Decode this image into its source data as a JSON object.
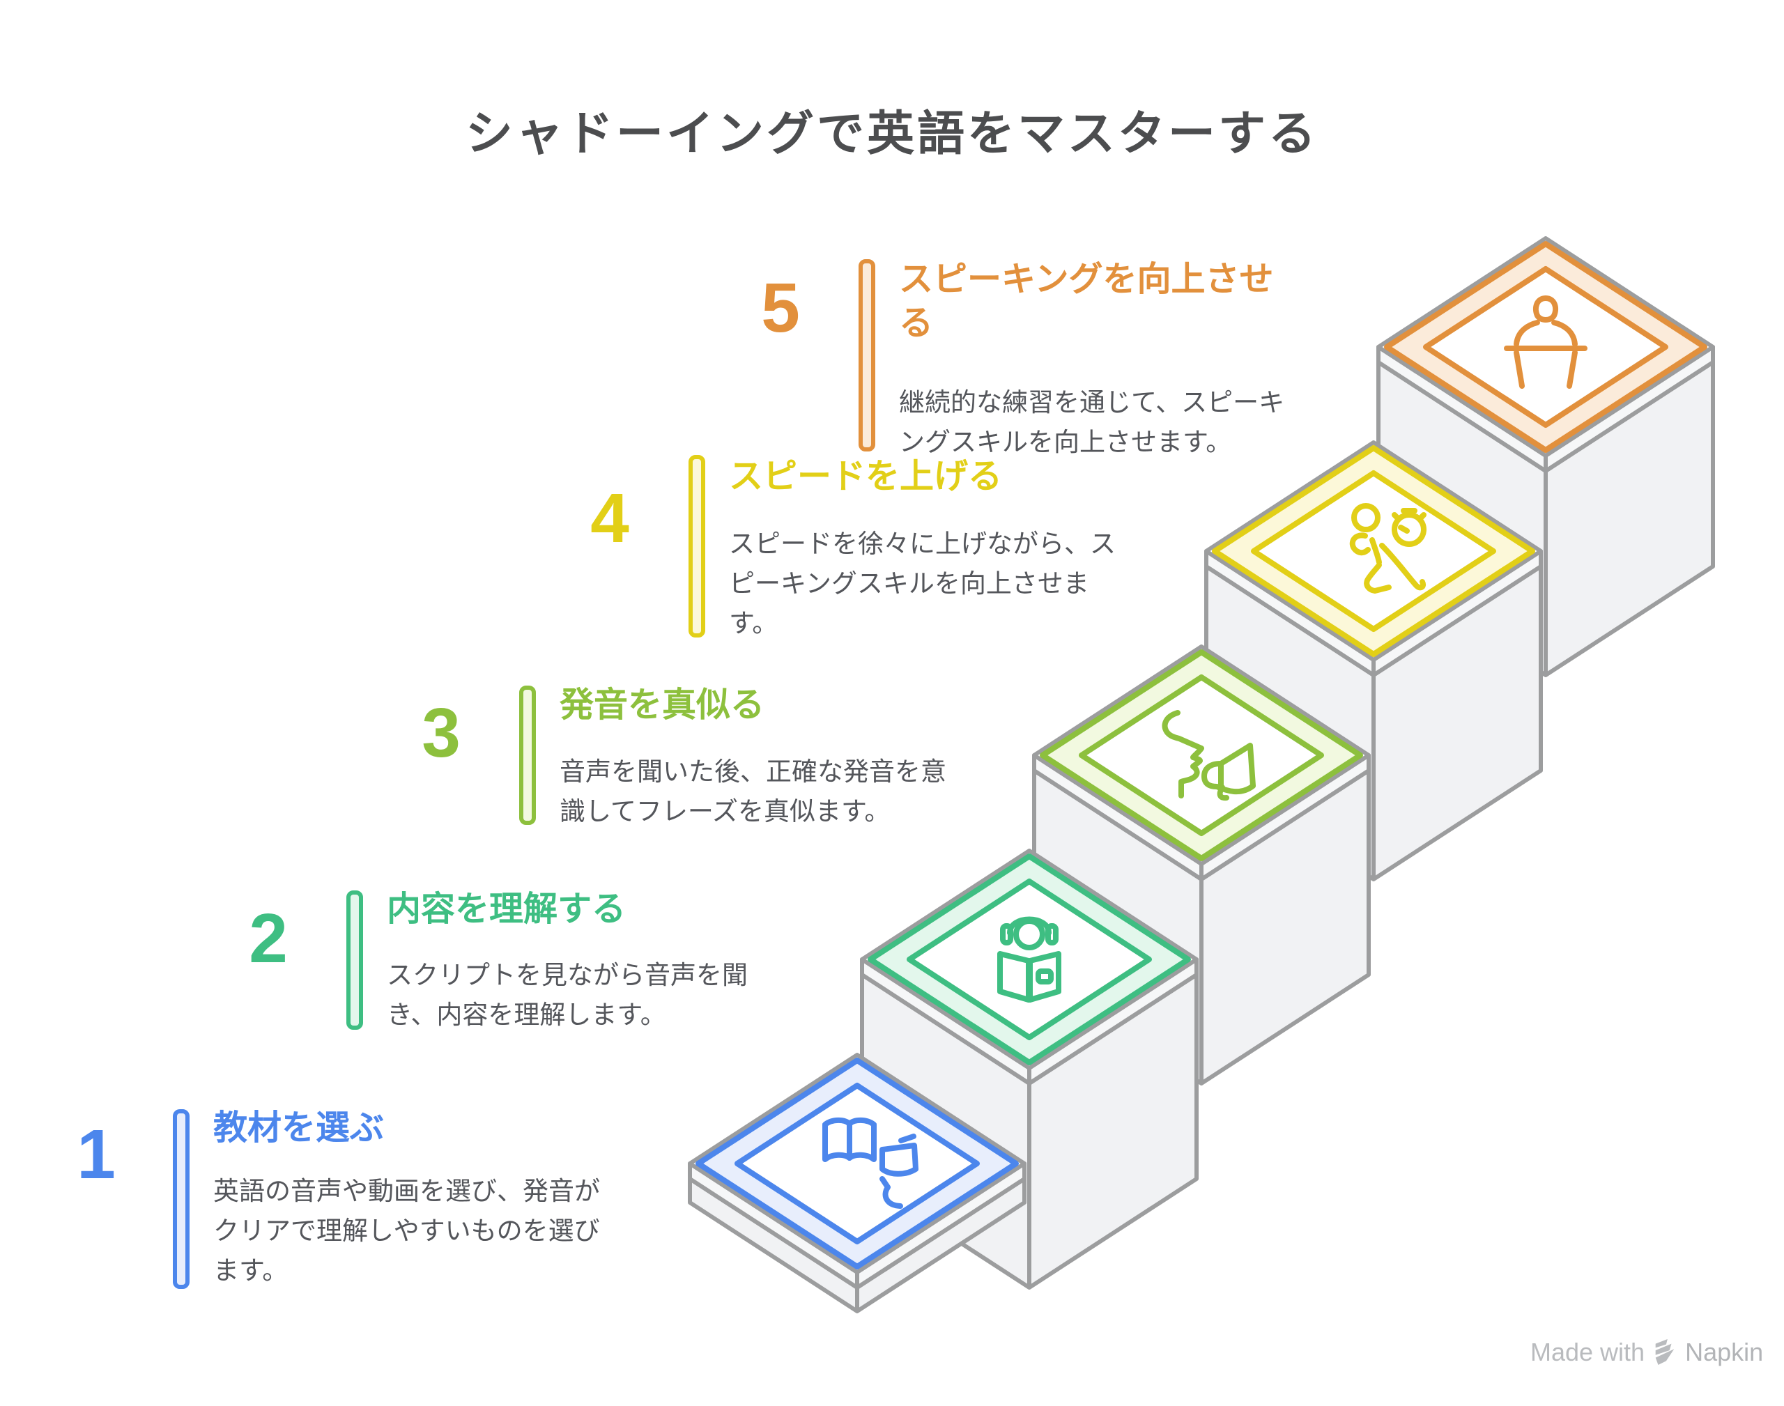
{
  "page": {
    "title": "シャドーイングで英語をマスターする",
    "background": "#FFFFFF"
  },
  "steps": [
    {
      "number": "1",
      "title": "教材を選ぶ",
      "description": "英語の音声や動画を選び、発音が\nクリアで理解しやすいものを選び\nます。",
      "color": "#4C86EC",
      "tint": "#E8EEFC",
      "icon": "open-book-audio-icon"
    },
    {
      "number": "2",
      "title": "内容を理解する",
      "description": "スクリプトを見ながら音声を聞\nき、内容を理解します。",
      "color": "#3EBE82",
      "tint": "#E3F7EC",
      "icon": "reader-headphones-icon"
    },
    {
      "number": "3",
      "title": "発音を真似る",
      "description": "音声を聞いた後、正確な発音を意\n識してフレーズを真似ます。",
      "color": "#8DC03D",
      "tint": "#F2F9E0",
      "icon": "speaking-megaphone-icon"
    },
    {
      "number": "4",
      "title": "スピードを上げる",
      "description": "スピードを徐々に上げながら、ス\nピーキングスキルを向上させま\nす。",
      "color": "#E2CF17",
      "tint": "#FCF8D9",
      "icon": "runner-stopwatch-icon"
    },
    {
      "number": "5",
      "title": "スピーキングを向上させ\nる",
      "description": "継続的な練習を通じて、スピーキ\nングスキルを向上させます。",
      "color": "#E2903C",
      "tint": "#FBEBDA",
      "icon": "podium-speaker-icon"
    }
  ],
  "watermark": {
    "prefix": "Made with",
    "brand": "Napkin",
    "logo_icon": "napkin-logo",
    "color": "#B9BBBE"
  },
  "palette": {
    "heading_text": "#4C4D4F",
    "description_text": "#54565B",
    "structure_outline": "#9C9D9E",
    "structure_wall": "#F1F2F4",
    "structure_top_face": "#FFFFFF"
  }
}
